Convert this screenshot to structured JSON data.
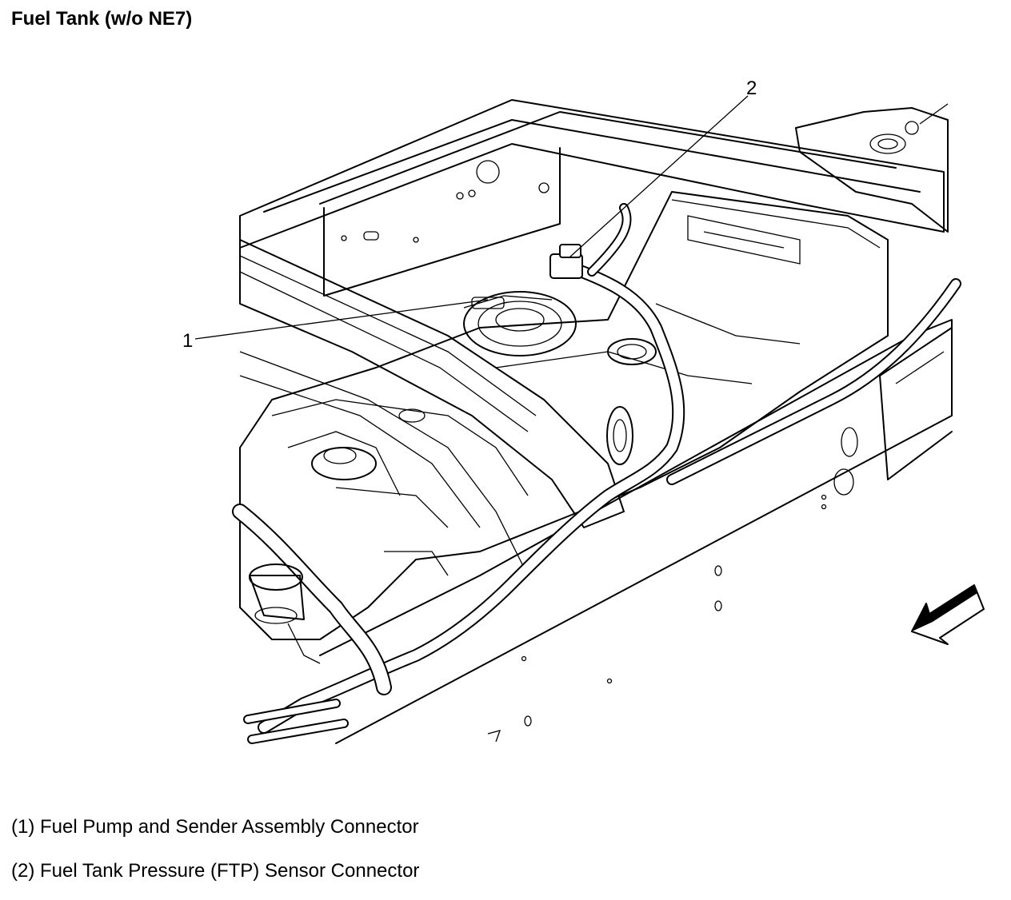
{
  "title": "Fuel Tank (w/o NE7)",
  "callouts": [
    {
      "number": "1",
      "label": "Fuel Pump and Sender Assembly Connector"
    },
    {
      "number": "2",
      "label": "Fuel Tank Pressure (FTP) Sensor Connector"
    }
  ],
  "legend": {
    "item1": "(1) Fuel Pump and Sender Assembly Connector",
    "item2": "(2) Fuel Tank Pressure (FTP) Sensor Connector"
  },
  "icons": {
    "direction_arrow": "front-direction-arrow-icon"
  }
}
